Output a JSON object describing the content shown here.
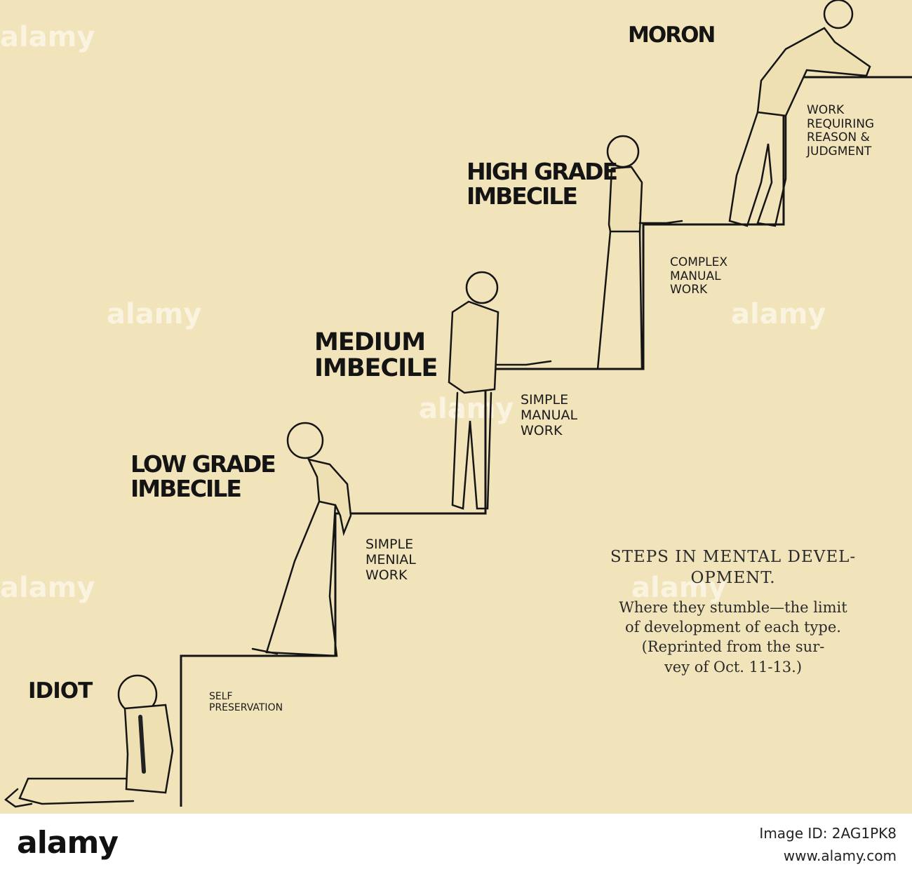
{
  "figure": {
    "levels": [
      {
        "name": "IDIOT"
      },
      {
        "name": "LOW GRADE\nIMBECILE"
      },
      {
        "name": "MEDIUM\nIMBECILE"
      },
      {
        "name": "HIGH GRADE\nIMBECILE"
      },
      {
        "name": "MORON"
      }
    ],
    "steps": [
      {
        "label": "SELF\nPRESERVATION"
      },
      {
        "label": "SIMPLE\nMENIAL\nWORK"
      },
      {
        "label": "SIMPLE\nMANUAL\nWORK"
      },
      {
        "label": "COMPLEX\nMANUAL\nWORK"
      },
      {
        "label": "WORK\nREQUIRING\nREASON &\nJUDGMENT"
      }
    ],
    "caption_title": "STEPS IN MENTAL DEVEL-\nOPMENT.",
    "caption_body": "Where they stumble—the limit\nof development of each type.\n(Reprinted from the sur-\nvey of Oct. 11-13.)"
  },
  "watermark": {
    "text": "alamy"
  },
  "footer": {
    "logo": "alamy",
    "image_id": "Image ID: 2AG1PK8",
    "url": "www.alamy.com"
  },
  "colors": {
    "paper": "#f2e4ba",
    "ink": "#141414",
    "footer_bg": "#ffffff"
  }
}
